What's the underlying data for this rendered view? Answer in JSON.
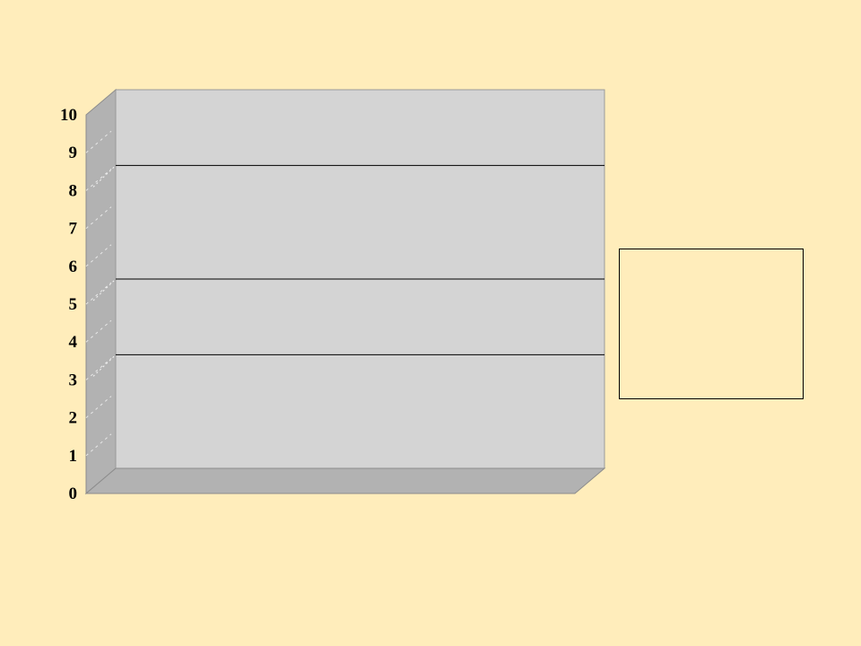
{
  "chart_data": {
    "type": "bar",
    "title": "",
    "xlabel": "",
    "ylabel": "",
    "ylim": [
      0,
      10
    ],
    "y_ticks": [
      "0",
      "1",
      "2",
      "3",
      "4",
      "5",
      "6",
      "7",
      "8",
      "9",
      "10"
    ],
    "categories": [],
    "series": [],
    "gridlines": [
      3,
      5,
      8
    ],
    "grid": true,
    "legend": "right",
    "projection": "3d",
    "colors": {
      "background": "#FFEDBB",
      "back_wall": "#D4D4D4",
      "side_wall": "#B2B2B2",
      "floor": "#B2B2B2",
      "gridline": "#000000",
      "axis_text": "#000000"
    }
  }
}
